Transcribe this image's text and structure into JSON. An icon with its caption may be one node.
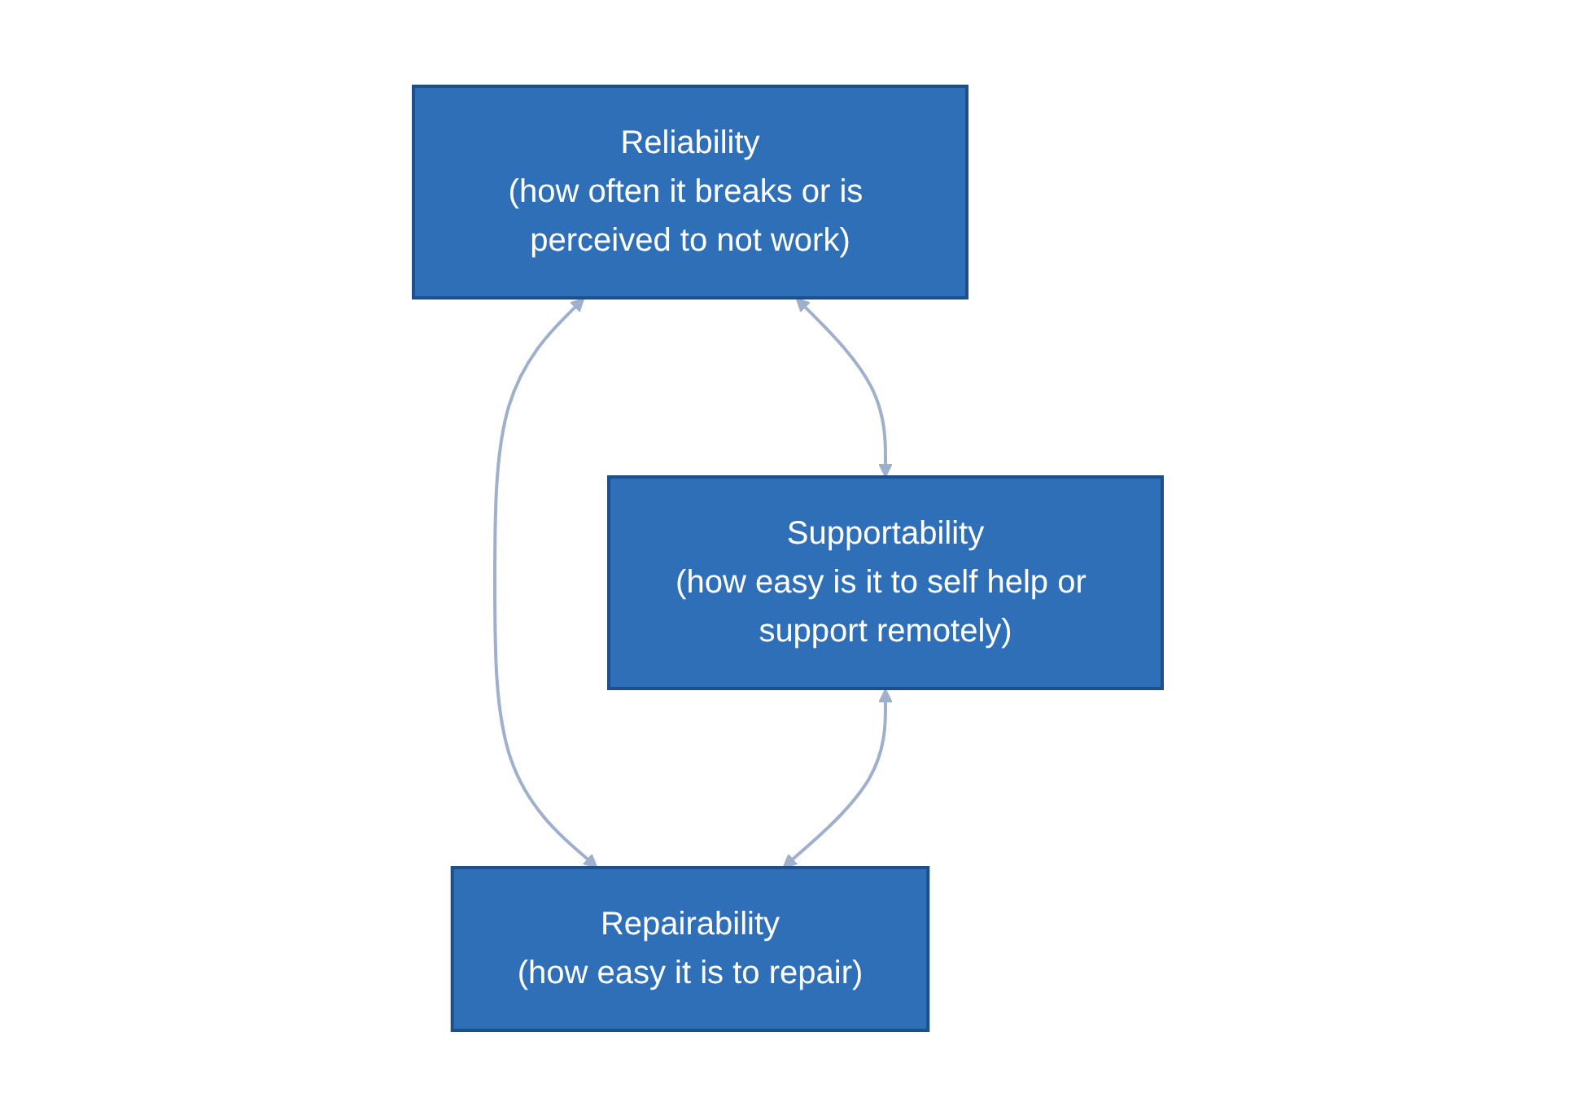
{
  "diagram": {
    "nodes": [
      {
        "text": [
          "Reliability",
          "(how often it breaks or is perceived to not work)"
        ]
      },
      {
        "text": [
          "Supportability",
          "(how easy is it to self help or support remotely)"
        ]
      },
      {
        "text": [
          "Repairability",
          "(how easy it is to repair)"
        ]
      }
    ],
    "edges": [
      {
        "from": 0,
        "to": 1,
        "arrow": "both"
      },
      {
        "from": 0,
        "to": 2,
        "arrow": "both"
      },
      {
        "from": 1,
        "to": 2,
        "arrow": "both"
      }
    ]
  }
}
